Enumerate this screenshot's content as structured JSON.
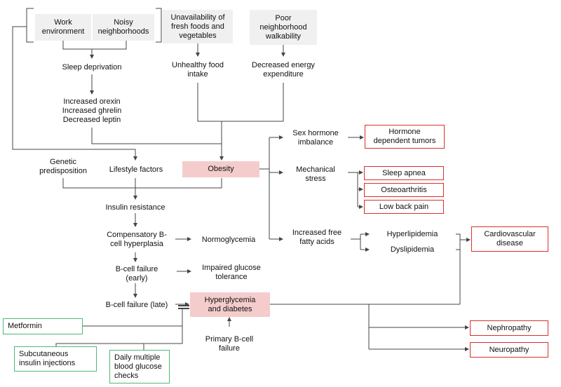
{
  "nodes": {
    "work_environment": "Work\nenvironment",
    "noisy_neighborhoods": "Noisy\nneighborhoods",
    "unavailability_foods": "Unavailability of\nfresh foods and\nvegetables",
    "poor_walkability": "Poor\nneighborhood\nwalkability",
    "sleep_deprivation": "Sleep deprivation",
    "unhealthy_food": "Unhealthy food\nintake",
    "decreased_energy": "Decreased energy\nexpenditure",
    "hormones": "Increased orexin\nIncreased ghrelin\nDecreased leptin",
    "genetic": "Genetic\npredisposition",
    "lifestyle": "Lifestyle factors",
    "obesity": "Obesity",
    "sex_hormone": "Sex hormone\nimbalance",
    "hormone_tumors": "Hormone\ndependent tumors",
    "mechanical_stress": "Mechanical\nstress",
    "sleep_apnea": "Sleep apnea",
    "osteoarthritis": "Osteoarthritis",
    "low_back_pain": "Low back pain",
    "insulin_resistance": "Insulin resistance",
    "compensatory": "Compensatory B-\ncell hyperplasia",
    "normoglycemia": "Normoglycemia",
    "free_fatty_acids": "Increased free\nfatty acids",
    "hyperlipidemia": "Hyperlipidemia",
    "dyslipidemia": "Dyslipidemia",
    "cardiovascular": "Cardiovascular\ndisease",
    "bcell_early": "B-cell failure\n(early)",
    "impaired_glucose": "Impaired glucose\ntolerance",
    "bcell_late": "B-cell failure (late)",
    "hyperglycemia": "Hyperglycemia\nand diabetes",
    "primary_bcell": "Primary B-cell\nfailure",
    "metformin": "Metformin",
    "subcutaneous": "Subcutaneous\ninsulin injections",
    "daily_checks": "Daily multiple\nblood glucose\nchecks",
    "nephropathy": "Nephropathy",
    "neuropathy": "Neuropathy"
  },
  "colors": {
    "risk_box": "#f0f0f0",
    "central_box": "#f4cccc",
    "outcome_border": "#d9302c",
    "treatment_border": "#4fb87b"
  }
}
